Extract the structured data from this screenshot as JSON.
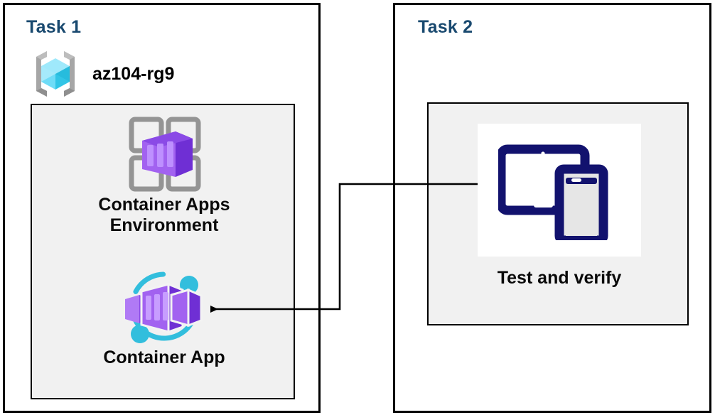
{
  "diagram": {
    "accent_color": "#19496f",
    "panel_border_color": "#000000",
    "inner_box_fill": "#f1f1f1",
    "connector_color": "#000000"
  },
  "task1": {
    "title": "Task 1",
    "resource_group": {
      "icon": "azure-resource-group-icon",
      "label": "az104-rg9"
    },
    "nodes": [
      {
        "icon": "container-apps-environment-icon",
        "label": "Container Apps\nEnvironment"
      },
      {
        "icon": "container-app-icon",
        "label": "Container App"
      }
    ]
  },
  "task2": {
    "title": "Task 2",
    "nodes": [
      {
        "icon": "devices-test-icon",
        "label": "Test and verify"
      }
    ]
  },
  "connector": {
    "from": "test-and-verify",
    "to": "container-app",
    "direction": "right-to-left",
    "arrowhead": "left"
  }
}
